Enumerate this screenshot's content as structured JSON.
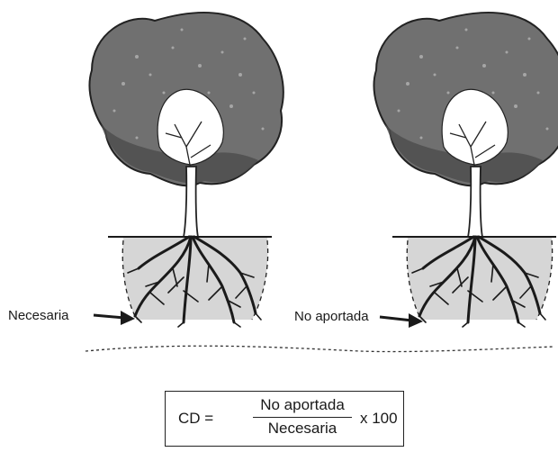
{
  "labels": {
    "left_tree": "Necesaria",
    "right_tree": "No aportada"
  },
  "formula": {
    "lhs": "CD =",
    "numerator": "No aportada",
    "denominator": "Necesaria",
    "multiplier": "x 100"
  },
  "colors": {
    "crown": "#6f6f6f",
    "crown_shadow": "#4a4a4a",
    "trunk": "#ffffff",
    "root_zone": "#d6d6d6",
    "line": "#1a1a1a"
  }
}
